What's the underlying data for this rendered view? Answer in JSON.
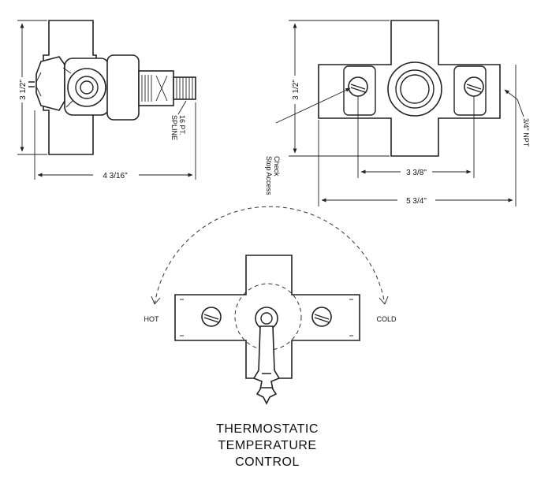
{
  "side_view": {
    "height_dim": "3 1/2\"",
    "width_dim": "4 3/16\"",
    "spline_line1": "16 PT.",
    "spline_line2": "SPLINE"
  },
  "front_view": {
    "height_dim": "3 1/2\"",
    "stop_spacing_dim": "3 3/8\"",
    "overall_width_dim": "5 3/4\"",
    "npt_label": "3/4\" NPT",
    "check_stop_line1": "Check",
    "check_stop_line2": "Stop Access"
  },
  "control_view": {
    "hot_label": "HOT",
    "cold_label": "COLD",
    "title_line1": "THERMOSTATIC",
    "title_line2": "TEMPERATURE",
    "title_line3": "CONTROL"
  }
}
